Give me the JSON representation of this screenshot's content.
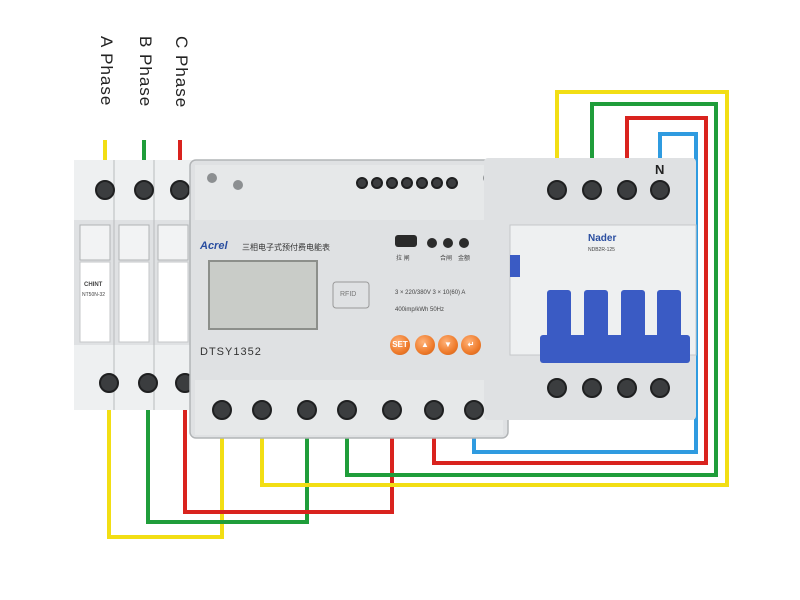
{
  "labels": {
    "phase_a": "A Phase",
    "phase_b": "B Phase",
    "phase_c": "C Phase",
    "neutral": "N"
  },
  "left_breaker": {
    "brand": "CHINT",
    "model": "NT50N-32"
  },
  "meter": {
    "brand": "Acrel",
    "name_cn": "三相电子式预付费电能表",
    "model": "DTSY1352",
    "rating": "3 × 220/380V  3 × 10(60) A",
    "constant": "400imp/kWh  50Hz",
    "card_symbol": "RFID",
    "indicators": [
      "拉 闸",
      "合闸",
      "金额"
    ],
    "buttons": [
      "SET",
      "▲",
      "▼",
      "↵"
    ]
  },
  "right_breaker": {
    "brand": "Nader",
    "model": "NDB2R-125"
  },
  "colors": {
    "phase_a": "#f2de14",
    "phase_b": "#1f9d3a",
    "phase_c": "#d9231e",
    "neutral": "#2f9be0",
    "device_body": "#dfe1e3",
    "handle": "#3a5bc4"
  }
}
